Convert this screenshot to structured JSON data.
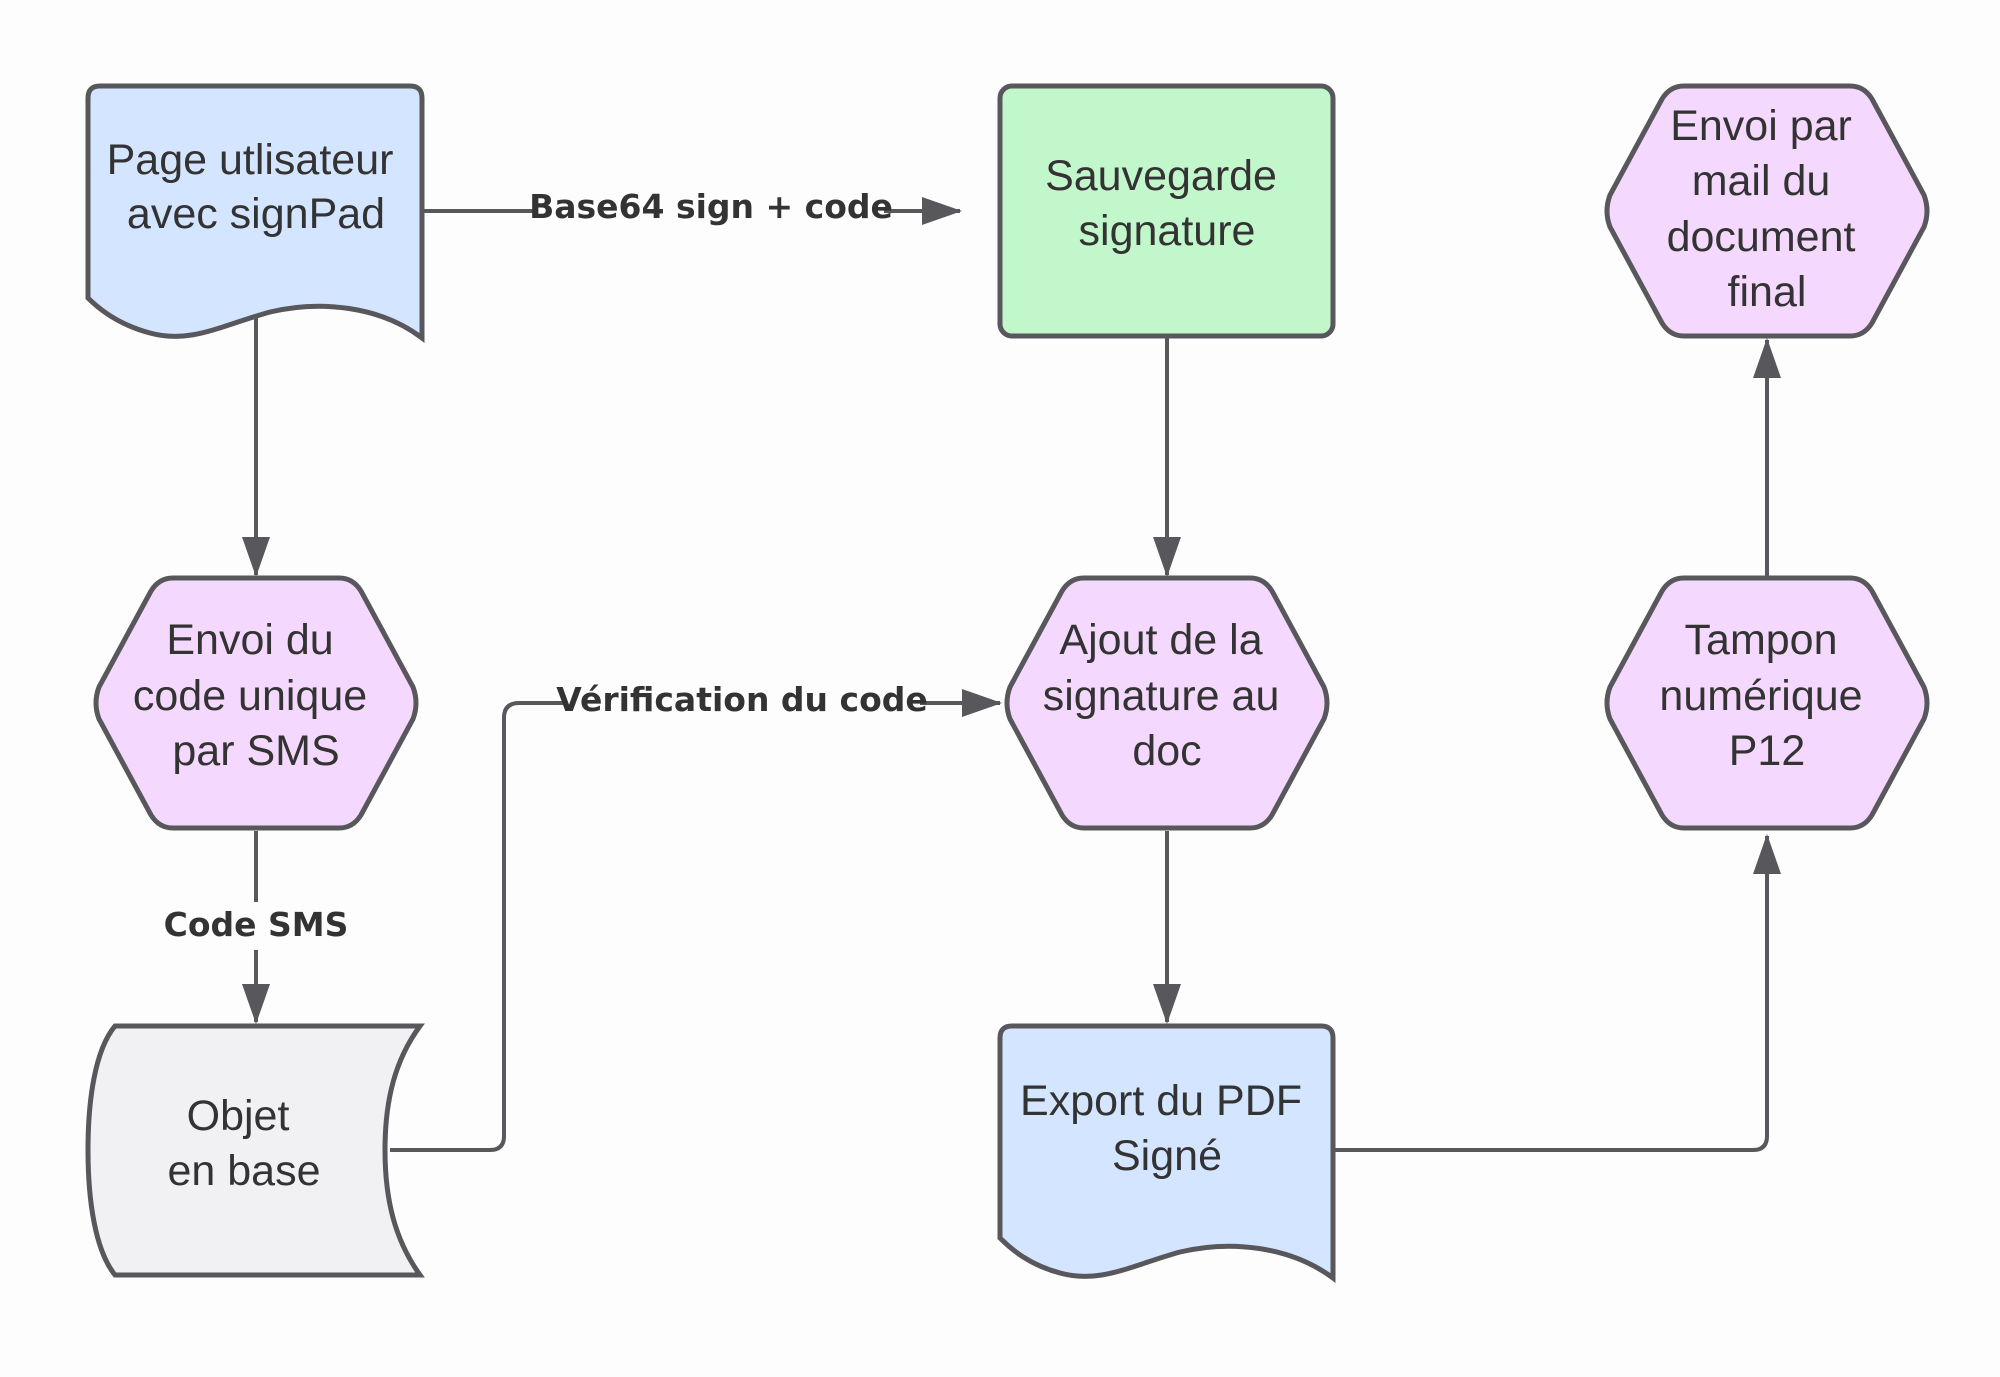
{
  "colors": {
    "document_blue": "#d4e5ff",
    "process_green": "#c2f7cb",
    "hexagon_pink": "#f4d8fe",
    "storage_gray": "#f1f1f4",
    "stroke": "#58575c",
    "text": "#333333"
  },
  "nodes": {
    "user_page": [
      "Page utlisateur",
      "avec signPad"
    ],
    "save_signature": [
      "Sauvegarde",
      "signature"
    ],
    "send_mail": [
      "Envoi par",
      "mail du",
      "document",
      "final"
    ],
    "send_sms": [
      "Envoi du",
      "code unique",
      "par SMS"
    ],
    "add_signature": [
      "Ajout de la",
      "signature au",
      "doc"
    ],
    "digital_stamp": [
      "Tampon",
      "numérique",
      "P12"
    ],
    "stored_object": [
      "Objet",
      "en base"
    ],
    "export_pdf": [
      "Export du PDF",
      "Signé"
    ]
  },
  "edges": {
    "base64": "Base64 sign + code",
    "code_sms": "Code SMS",
    "verification": "Vérification du code"
  }
}
